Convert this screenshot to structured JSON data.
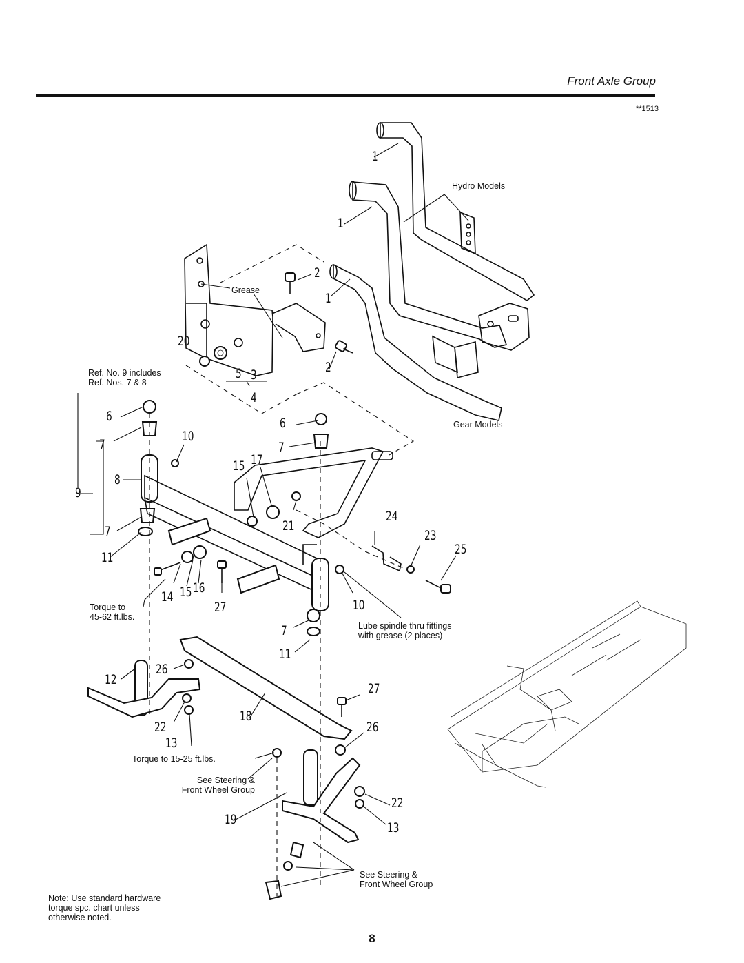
{
  "header": {
    "title": "Front Axle Group",
    "figure_code": "**1513"
  },
  "page_number": "8",
  "notes": {
    "ref9": [
      "Ref. No. 9 includes",
      "Ref. Nos. 7 & 8"
    ],
    "hydro": "Hydro Models",
    "gear": "Gear Models",
    "grease": "Grease",
    "torque_axle": [
      "Torque to",
      "45-62 ft.lbs."
    ],
    "lube": [
      "Lube spindle thru fittings",
      "with grease (2 places)"
    ],
    "torque_spindle": "Torque to 15-25 ft.lbs.",
    "see_steering_1": [
      "See Steering &",
      "Front Wheel Group"
    ],
    "see_steering_2": [
      "See Steering &",
      "Front Wheel Group"
    ],
    "hardware": [
      "Note: Use standard hardware",
      "torque spc. chart unless",
      "otherwise noted."
    ]
  },
  "callouts": {
    "c1a": "1",
    "c1b": "1",
    "c1c": "1",
    "c2a": "2",
    "c2b": "2",
    "c20": "20",
    "c5": "5",
    "c3": "3",
    "c4": "4",
    "c6a": "6",
    "c6b": "6",
    "c7a": "7",
    "c7b": "7",
    "c7c": "7",
    "c7d": "7",
    "c8": "8",
    "c9": "9",
    "c10a": "10",
    "c10b": "10",
    "c11a": "11",
    "c11b": "11",
    "c12": "12",
    "c13a": "13",
    "c13b": "13",
    "c14": "14",
    "c15a": "15",
    "c15b": "15",
    "c16": "16",
    "c17": "17",
    "c18": "18",
    "c19": "19",
    "c21": "21",
    "c22a": "22",
    "c22b": "22",
    "c23": "23",
    "c24": "24",
    "c25": "25",
    "c26a": "26",
    "c26b": "26",
    "c27a": "27",
    "c27b": "27"
  }
}
